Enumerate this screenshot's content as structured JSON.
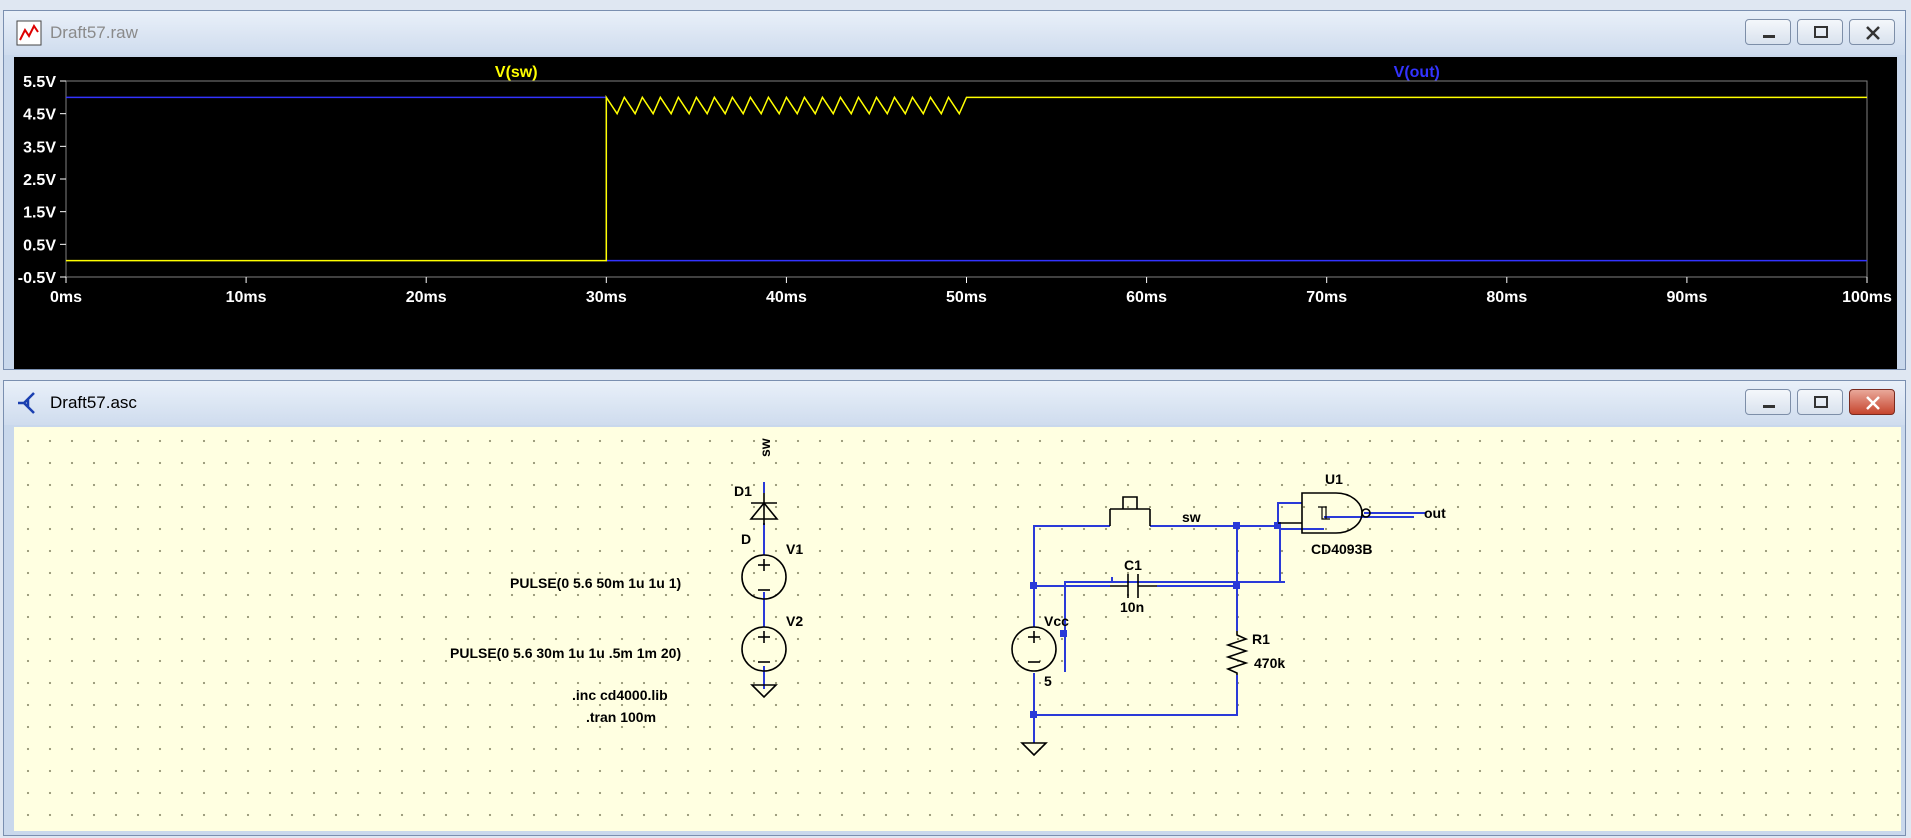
{
  "waveform_window": {
    "title": "Draft57.raw",
    "traces": [
      {
        "label": "V(sw)",
        "color": "#ffff00"
      },
      {
        "label": "V(out)",
        "color": "#3333ff"
      }
    ]
  },
  "schematic_window": {
    "title": "Draft57.asc"
  },
  "chart_data": {
    "type": "line",
    "title": "",
    "xlabel": "",
    "ylabel": "",
    "x_ticks": [
      "0ms",
      "10ms",
      "20ms",
      "30ms",
      "40ms",
      "50ms",
      "60ms",
      "70ms",
      "80ms",
      "90ms",
      "100ms"
    ],
    "y_ticks": [
      "5.5V",
      "4.5V",
      "3.5V",
      "2.5V",
      "1.5V",
      "0.5V",
      "-0.5V"
    ],
    "xlim": [
      0,
      100
    ],
    "ylim": [
      -0.5,
      5.5
    ],
    "series": [
      {
        "name": "V(sw)",
        "color": "#ffff00",
        "points": [
          [
            0,
            0
          ],
          [
            30,
            0
          ],
          [
            30,
            5
          ],
          [
            50,
            5
          ],
          [
            100,
            5
          ]
        ],
        "ripple": {
          "from": 30,
          "to": 50,
          "period": 1,
          "low": 4.5,
          "high": 5
        }
      },
      {
        "name": "V(out)",
        "color": "#3333ff",
        "points": [
          [
            0,
            5
          ],
          [
            30,
            5
          ],
          [
            30,
            0
          ],
          [
            100,
            0
          ]
        ]
      }
    ]
  },
  "schematic": {
    "net_sw_top": "sw",
    "d1_name": "D1",
    "d1_value": "D",
    "v1_name": "V1",
    "v1_value": "PULSE(0 5.6 50m 1u 1u 1)",
    "v2_name": "V2",
    "v2_value": "PULSE(0 5.6 30m 1u 1u .5m 1m 20)",
    "directive_inc": ".inc cd4000.lib",
    "directive_tran": ".tran 100m",
    "vcc_name": "Vcc",
    "vcc_value": "5",
    "c1_name": "C1",
    "c1_value": "10n",
    "r1_name": "R1",
    "r1_value": "470k",
    "net_sw_label": "sw",
    "u1_name": "U1",
    "u1_value": "CD4093B",
    "net_out_label": "out"
  }
}
